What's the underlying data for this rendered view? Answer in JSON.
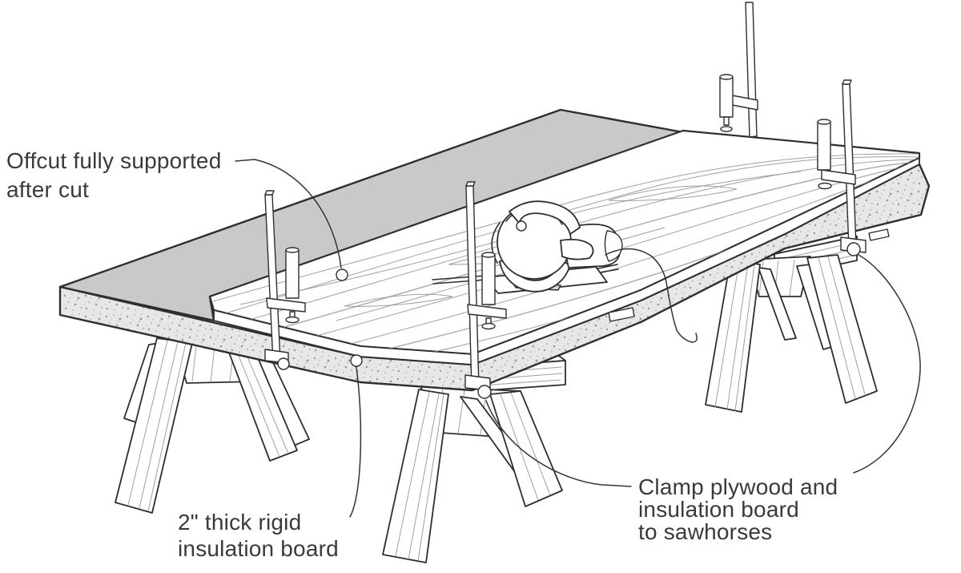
{
  "figure": {
    "labels": {
      "offcut": {
        "line1": "Offcut fully supported",
        "line2": "after cut"
      },
      "insulation": {
        "line1": "2\" thick rigid",
        "line2": "insulation board"
      },
      "clamps": {
        "line1": "Clamp plywood and",
        "line2": "insulation board",
        "line3": "to sawhorses"
      }
    },
    "colors": {
      "background": "#ffffff",
      "ink": "#2e2e2e",
      "insulation_top_gray": "#c9c9c9",
      "foam_edge_gray": "#e7e7e7",
      "foam_speckle": "#9a9a9a",
      "wood_grain": "#8f8f8f",
      "label_text": "#3a3a3a"
    }
  }
}
